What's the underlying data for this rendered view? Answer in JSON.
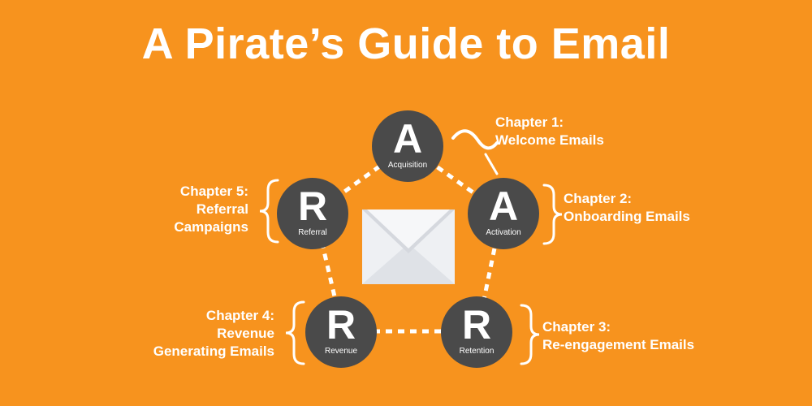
{
  "title": "A Pirate’s Guide to Email",
  "colors": {
    "background": "#f7931e",
    "node": "#4a4a4a",
    "text": "#ffffff",
    "envelope": "#eef0f3"
  },
  "nodes": [
    {
      "id": "acquisition",
      "letter": "A",
      "label": "Acquisition"
    },
    {
      "id": "activation",
      "letter": "A",
      "label": "Activation"
    },
    {
      "id": "retention",
      "letter": "R",
      "label": "Retention"
    },
    {
      "id": "revenue",
      "letter": "R",
      "label": "Revenue"
    },
    {
      "id": "referral",
      "letter": "R",
      "label": "Referral"
    }
  ],
  "chapters": [
    {
      "heading": "Chapter 1:",
      "lines": [
        "Welcome Emails"
      ]
    },
    {
      "heading": "Chapter 2:",
      "lines": [
        "Onboarding Emails"
      ]
    },
    {
      "heading": "Chapter 3:",
      "lines": [
        "Re-engagement Emails"
      ]
    },
    {
      "heading": "Chapter 4:",
      "lines": [
        "Revenue",
        "Generating Emails"
      ]
    },
    {
      "heading": "Chapter 5:",
      "lines": [
        "Referral",
        "Campaigns"
      ]
    }
  ],
  "icons": {
    "center": "envelope-icon"
  }
}
